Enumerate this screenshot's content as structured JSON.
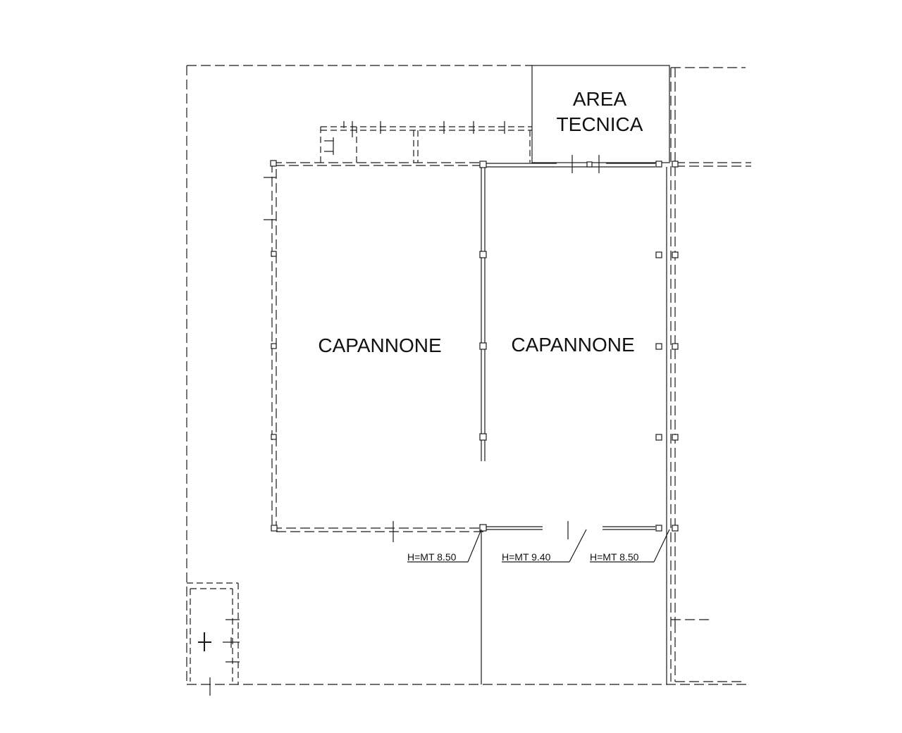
{
  "rooms": {
    "area_tecnica_line1": "AREA",
    "area_tecnica_line2": "TECNICA",
    "capannone_left": "CAPANNONE",
    "capannone_right": "CAPANNONE"
  },
  "heights": {
    "left": "H=MT 8.50",
    "middle": "H=MT 9.40",
    "right": "H=MT 8.50"
  },
  "colors": {
    "line": "#1a1a1a",
    "background": "#ffffff"
  }
}
